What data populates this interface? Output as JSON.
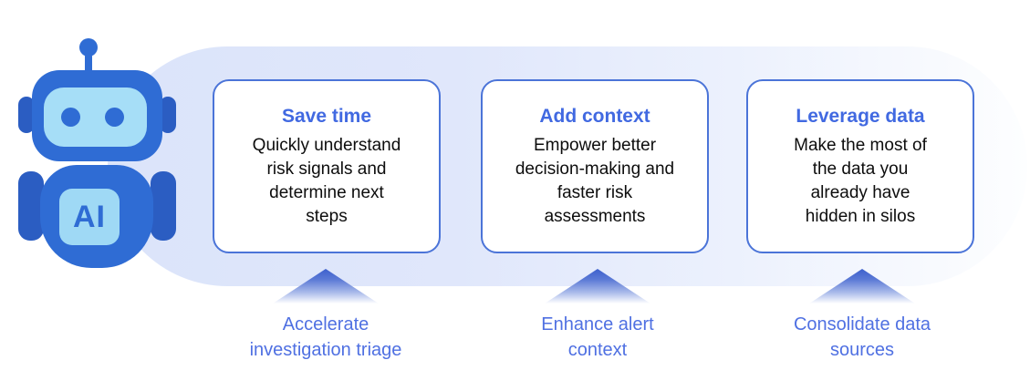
{
  "robot": {
    "label": "AI",
    "icon": "ai-robot-icon"
  },
  "cards": [
    {
      "title": "Save time",
      "body": "Quickly understand\nrisk signals and\ndetermine next\nsteps",
      "caption": "Accelerate\ninvestigation triage"
    },
    {
      "title": "Add context",
      "body": "Empower better\ndecision-making and\nfaster risk\nassessments",
      "caption": "Enhance alert\ncontext"
    },
    {
      "title": "Leverage data",
      "body": "Make the most of\nthe data you\nalready have\nhidden in silos",
      "caption": "Consolidate data\nsources"
    }
  ],
  "colors": {
    "robot_blue": "#2f6cd4",
    "robot_dark_blue": "#2b5dc2",
    "robot_light_blue": "#a6def7",
    "card_border": "#4b74d8",
    "title_blue": "#4169e1",
    "caption_blue": "#4f70e2",
    "band_left": "#dbe4fa",
    "band_right": "#fdfeff",
    "arrow_top": "#3d60cd"
  }
}
